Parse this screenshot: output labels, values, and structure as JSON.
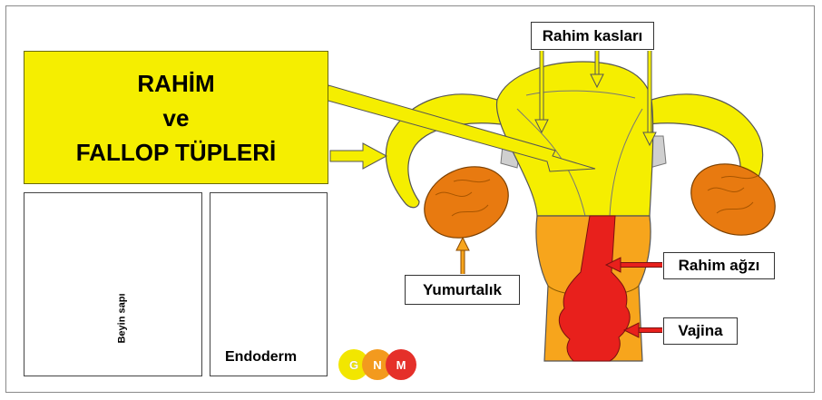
{
  "title": {
    "line1": "RAHİM",
    "line2": "ve",
    "line3": "FALLOP TÜPLERİ"
  },
  "labels": {
    "muscles": "Rahim kasları",
    "ovary": "Yumurtalık",
    "cervix": "Rahim ağzı",
    "vagina": "Vajina",
    "brainstem": "Beyin sapı",
    "endoderm": "Endoderm"
  },
  "logo": {
    "g": "G",
    "n": "N",
    "m": "M"
  },
  "colors": {
    "yellow": "#f5ee00",
    "orange": "#f7a51c",
    "red": "#e8201c",
    "ovary": "#e87a10",
    "logo_g": "#f2e600",
    "logo_n": "#f39a1e",
    "logo_m": "#e5302a"
  }
}
